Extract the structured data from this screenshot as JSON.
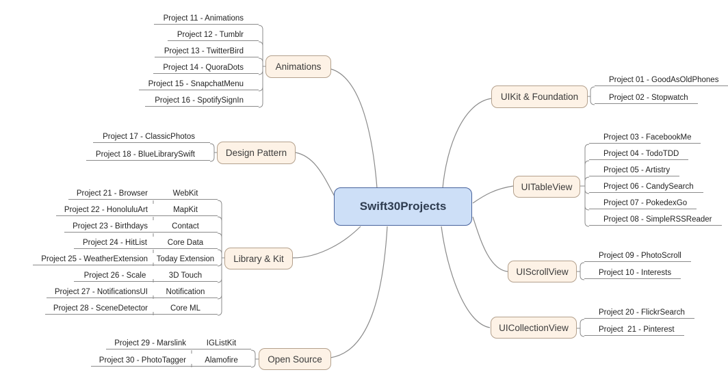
{
  "diagram": {
    "root": {
      "label": "Swift30Projects"
    },
    "colors": {
      "background": "#ffffff",
      "root_fill": "#cddff7",
      "root_border": "#46619b",
      "root_text": "#2e3c50",
      "topic_fill": "#fdf2e6",
      "topic_border": "#b3a08c",
      "topic_text": "#3b3b3b",
      "leaf_text": "#232323",
      "line": "#8a8a8a"
    },
    "branches": [
      {
        "label": "Animations",
        "side": "left",
        "leaves": [
          {
            "label": "Project 11 - Animations"
          },
          {
            "label": "Project 12 - Tumblr"
          },
          {
            "label": "Project 13 - TwitterBird"
          },
          {
            "label": "Project 14 - QuoraDots"
          },
          {
            "label": "Project 15 - SnapchatMenu"
          },
          {
            "label": "Project 16 - SpotifySignIn"
          }
        ]
      },
      {
        "label": "Design Pattern",
        "side": "left",
        "leaves": [
          {
            "label": "Project 17 - ClassicPhotos"
          },
          {
            "label": "Project 18 - BlueLibrarySwift"
          }
        ]
      },
      {
        "label": "Library & Kit",
        "side": "left",
        "leaves": [
          {
            "label": "Project 21 - Browser",
            "kit": "WebKit"
          },
          {
            "label": "Project 22 - HonoluluArt",
            "kit": "MapKit"
          },
          {
            "label": "Project 23 - Birthdays",
            "kit": "Contact"
          },
          {
            "label": "Project 24 - HitList",
            "kit": "Core Data"
          },
          {
            "label": "Project 25 - WeatherExtension",
            "kit": "Today Extension"
          },
          {
            "label": "Project 26 - Scale",
            "kit": "3D Touch"
          },
          {
            "label": "Project 27 - NotificationsUI",
            "kit": "Notification"
          },
          {
            "label": "Project 28 - SceneDetector",
            "kit": "Core ML"
          }
        ]
      },
      {
        "label": "Open Source",
        "side": "left",
        "leaves": [
          {
            "label": "Project 29 - Marslink",
            "kit": "IGListKit"
          },
          {
            "label": "Project 30 - PhotoTagger",
            "kit": "Alamofire"
          }
        ]
      },
      {
        "label": "UIKit & Foundation",
        "side": "right",
        "leaves": [
          {
            "label": "Project 01 - GoodAsOldPhones"
          },
          {
            "label": "Project 02 - Stopwatch"
          }
        ]
      },
      {
        "label": "UITableView",
        "side": "right",
        "leaves": [
          {
            "label": "Project 03 - FacebookMe"
          },
          {
            "label": "Project 04 - TodoTDD"
          },
          {
            "label": "Project 05 - Artistry"
          },
          {
            "label": "Project 06 - CandySearch"
          },
          {
            "label": "Project 07 - PokedexGo"
          },
          {
            "label": "Project 08 - SimpleRSSReader"
          }
        ]
      },
      {
        "label": "UIScrollView",
        "side": "right",
        "leaves": [
          {
            "label": "Project 09 - PhotoScroll"
          },
          {
            "label": "Project 10 - Interests"
          }
        ]
      },
      {
        "label": "UICollectionView",
        "side": "right",
        "leaves": [
          {
            "label": "Project 20 - FlickrSearch"
          },
          {
            "label": "Project  21 - Pinterest"
          }
        ]
      }
    ]
  }
}
